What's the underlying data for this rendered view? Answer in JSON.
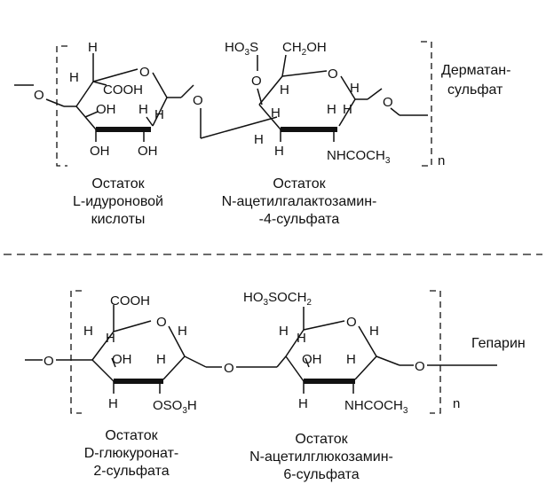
{
  "colors": {
    "ink": "#111111",
    "background": "#ffffff"
  },
  "top": {
    "name_line1": "Дерматан-",
    "name_line2": "сульфат",
    "repeat_n": "n",
    "residue1": {
      "caption": [
        "Остаток",
        "L-идуроновой",
        "кислоты"
      ],
      "atoms": {
        "cooh": "COOH",
        "oh1": "OH",
        "oh2": "OH",
        "oh3": "OH",
        "ring_o": "O"
      }
    },
    "residue2": {
      "caption": [
        "Остаток",
        "N-ацетилгалактозамин-",
        "-4-сульфата"
      ],
      "atoms": {
        "ho3s_a": "HO",
        "ho3s_b": "3",
        "ho3s_c": "S",
        "ch2oh_a": "CH",
        "ch2oh_b": "2",
        "ch2oh_c": "OH",
        "sulfate_o": "O",
        "ring_o": "O",
        "nhcoch3_a": "NHCOCH",
        "nhcoch3_b": "3"
      }
    },
    "bridge_o": "O",
    "left_o": "O",
    "right_o": "O",
    "h": "H"
  },
  "bottom": {
    "name": "Гепарин",
    "repeat_n": "n",
    "residue1": {
      "caption": [
        "Остаток",
        "D-глюкуронат-",
        "2-сульфата"
      ],
      "atoms": {
        "cooh": "COOH",
        "ring_o": "O",
        "oh": "OH",
        "oso3h_a": "OSO",
        "oso3h_b": "3",
        "oso3h_c": "H"
      }
    },
    "residue2": {
      "caption": [
        "Остаток",
        "N-ацетилглюкозамин-",
        "6-сульфата"
      ],
      "atoms": {
        "ho3soch2_a": "HO",
        "ho3soch2_b": "3",
        "ho3soch2_c": "SOCH",
        "ho3soch2_d": "2",
        "ring_o": "O",
        "oh": "OH",
        "nhcoch3_a": "NHCOCH",
        "nhcoch3_b": "3"
      }
    },
    "left_o": "O",
    "bridge_o": "O",
    "right_o": "O",
    "h": "H"
  }
}
